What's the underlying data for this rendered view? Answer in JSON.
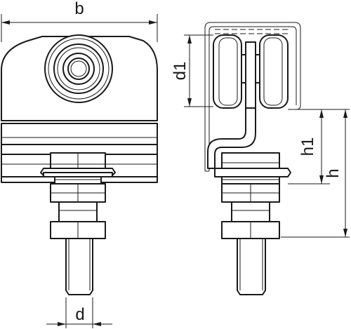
{
  "dimensions": {
    "width_label": "b",
    "diameter_label": "d",
    "wheel_diameter_label": "d1",
    "height_one_label": "h1",
    "height_label": "h"
  }
}
